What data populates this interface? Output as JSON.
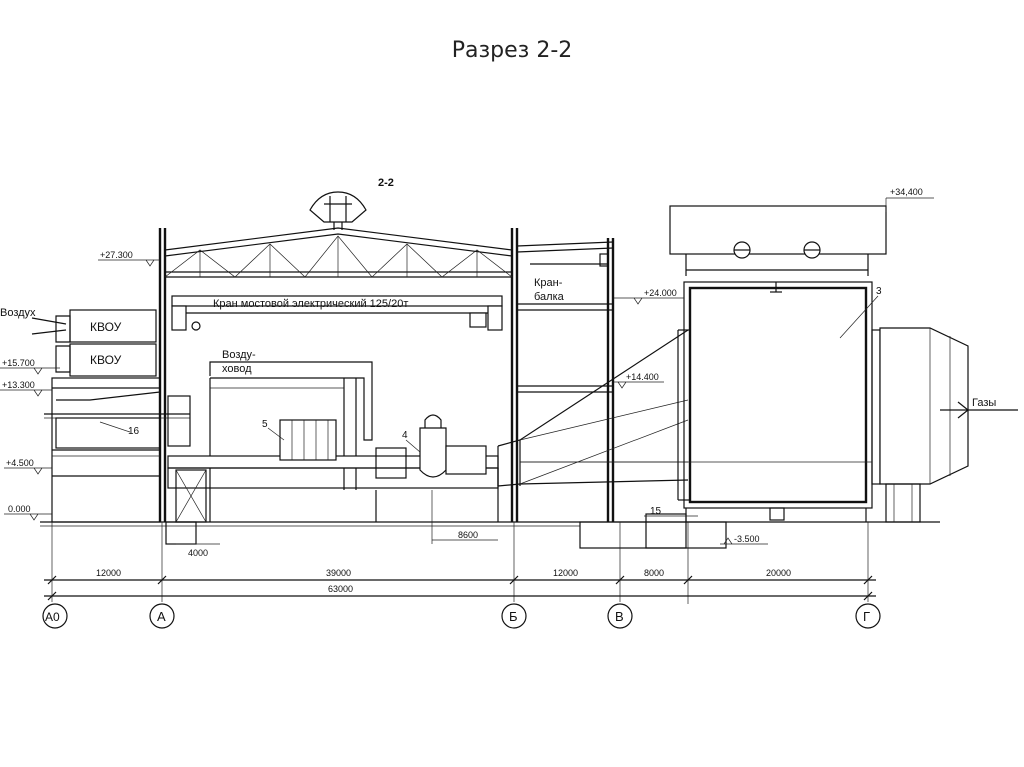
{
  "title": "Разрез 2-2",
  "section_mark": "2-2",
  "elevations": {
    "e27300": "+27.300",
    "e34400": "+34,400",
    "e24000": "+24.000",
    "e15700": "+15.700",
    "e13300": "+13.300",
    "e14400": "+14.400",
    "e4500": "+4.500",
    "e0000": "0.000",
    "e_3500": "-3.500"
  },
  "labels": {
    "crane": "Кран мостовой электрический 125/20т",
    "crane_beam_1": "Кран-",
    "crane_beam_2": "балка",
    "air_duct_1": "Возду-",
    "air_duct_2": "ховод",
    "air": "Воздух",
    "kvou_1": "КВОУ",
    "kvou_2": "КВОУ",
    "gases": "Газы"
  },
  "callouts": {
    "c3": "3",
    "c4": "4",
    "c5": "5",
    "c15": "15",
    "c16": "16"
  },
  "local_dims": {
    "d4000": "4000",
    "d8600": "8600"
  },
  "dimensions": {
    "d12000a": "12000",
    "d39000": "39000",
    "d12000b": "12000",
    "d8000": "8000",
    "d20000": "20000",
    "d63000": "63000"
  },
  "axes": {
    "a0": "А0",
    "a": "А",
    "b": "Б",
    "v": "В",
    "g": "Г"
  }
}
